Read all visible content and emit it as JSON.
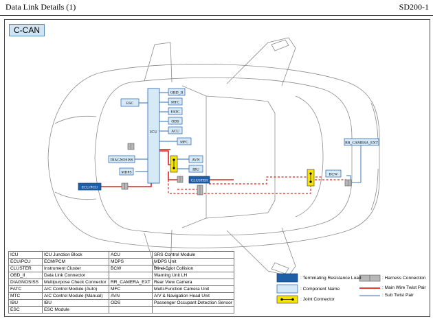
{
  "header": {
    "title": "Data Link Details (1)",
    "code": "SD200-1"
  },
  "bus_name": "C-CAN",
  "modules": {
    "icu": "ICU",
    "obd": "OBD_II",
    "mtc": "MTC",
    "fatc": "FATC",
    "ods": "ODS",
    "acu": "ACU",
    "mfc": "MFC",
    "esc": "ESC",
    "diag": "DIAGNOSISS",
    "mdps": "MDPS",
    "avn": "AVN",
    "ibu": "IBU",
    "cluster": "CLUSTER",
    "ecu": "ECU/PCU",
    "bcw": "BCW",
    "rr_camera": "RR_CAMERA_EXT"
  },
  "abbreviations": {
    "left": [
      [
        "ICU",
        "ICU Junction Block"
      ],
      [
        "ECU/PCU",
        "ECM/PCM"
      ],
      [
        "CLUSTER",
        "Instrument Cluster"
      ],
      [
        "OBD_II",
        "Data Link Connector"
      ],
      [
        "DIAGNOSISS",
        "Multipurpose Check Connector"
      ],
      [
        "FATC",
        "A/C Control Module (Auto)"
      ],
      [
        "MTC",
        "A/C Control Module (Manual)"
      ],
      [
        "IBU",
        "IBU"
      ],
      [
        "ESC",
        "ESC Module"
      ]
    ],
    "right": [
      [
        "ACU",
        "SRS Control Module"
      ],
      [
        "MDPS",
        "MDPS Unit"
      ],
      [
        "BCW",
        "Blind-Spot Collision"
      ],
      [
        "",
        "Warning Unit LH"
      ],
      [
        "RR_CAMERA_EXT",
        "Rear View Camera"
      ],
      [
        "MFC",
        "Multi-Function Camera Unit"
      ],
      [
        "AVN",
        "A/V & Navigation Head Unit"
      ],
      [
        "ODS",
        "Passenger Occupant Detection Sensor"
      ],
      [
        "",
        ""
      ]
    ]
  },
  "legend": {
    "terminating": ": Terminating Resistance Load",
    "component": ": Component Name",
    "joint": ": Joint Connector",
    "harness": ": Harness Connection",
    "main_wire": ": Main Wire Twist Pair",
    "sub_wire": ": Sub Twist Pair"
  },
  "colors": {
    "terminating": "#1f5fa8",
    "component": "#d6e9f7",
    "joint": "#f5e400",
    "main_wire": "#d9251c",
    "sub_wire": "#2a6db5",
    "harness": "#b8b8b8"
  }
}
